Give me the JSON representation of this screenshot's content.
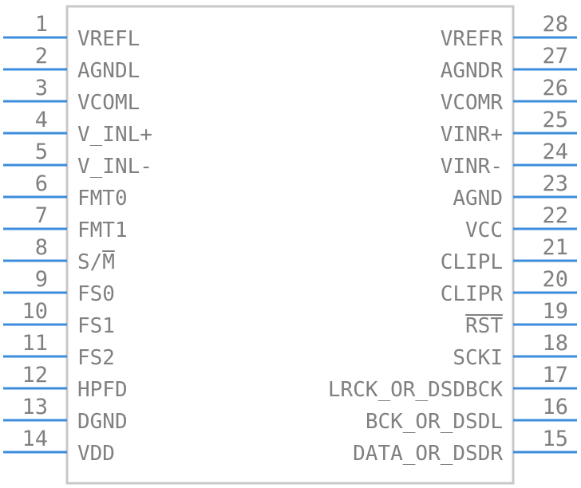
{
  "component": {
    "body_color": "#c8c8c8",
    "pin_color": "#3c8ddc",
    "text_color": "#808080",
    "left_pins": [
      {
        "num": "1",
        "name": "VREFL"
      },
      {
        "num": "2",
        "name": "AGNDL"
      },
      {
        "num": "3",
        "name": "VCOML"
      },
      {
        "num": "4",
        "name": "V_INL+"
      },
      {
        "num": "5",
        "name": "V_INL-"
      },
      {
        "num": "6",
        "name": "FMT0"
      },
      {
        "num": "7",
        "name": "FMT1"
      },
      {
        "num": "8",
        "name": "S/M",
        "overbar": "M"
      },
      {
        "num": "9",
        "name": "FS0"
      },
      {
        "num": "10",
        "name": "FS1"
      },
      {
        "num": "11",
        "name": "FS2"
      },
      {
        "num": "12",
        "name": "HPFD"
      },
      {
        "num": "13",
        "name": "DGND"
      },
      {
        "num": "14",
        "name": "VDD"
      }
    ],
    "right_pins": [
      {
        "num": "28",
        "name": "VREFR"
      },
      {
        "num": "27",
        "name": "AGNDR"
      },
      {
        "num": "26",
        "name": "VCOMR"
      },
      {
        "num": "25",
        "name": "VINR+"
      },
      {
        "num": "24",
        "name": "VINR-"
      },
      {
        "num": "23",
        "name": "AGND"
      },
      {
        "num": "22",
        "name": "VCC"
      },
      {
        "num": "21",
        "name": "CLIPL"
      },
      {
        "num": "20",
        "name": "CLIPR"
      },
      {
        "num": "19",
        "name": "RST",
        "overbar": "RST"
      },
      {
        "num": "18",
        "name": "SCKI"
      },
      {
        "num": "17",
        "name": "LRCK_OR_DSDBCK"
      },
      {
        "num": "16",
        "name": "BCK_OR_DSDL"
      },
      {
        "num": "15",
        "name": "DATA_OR_DSDR"
      }
    ]
  }
}
